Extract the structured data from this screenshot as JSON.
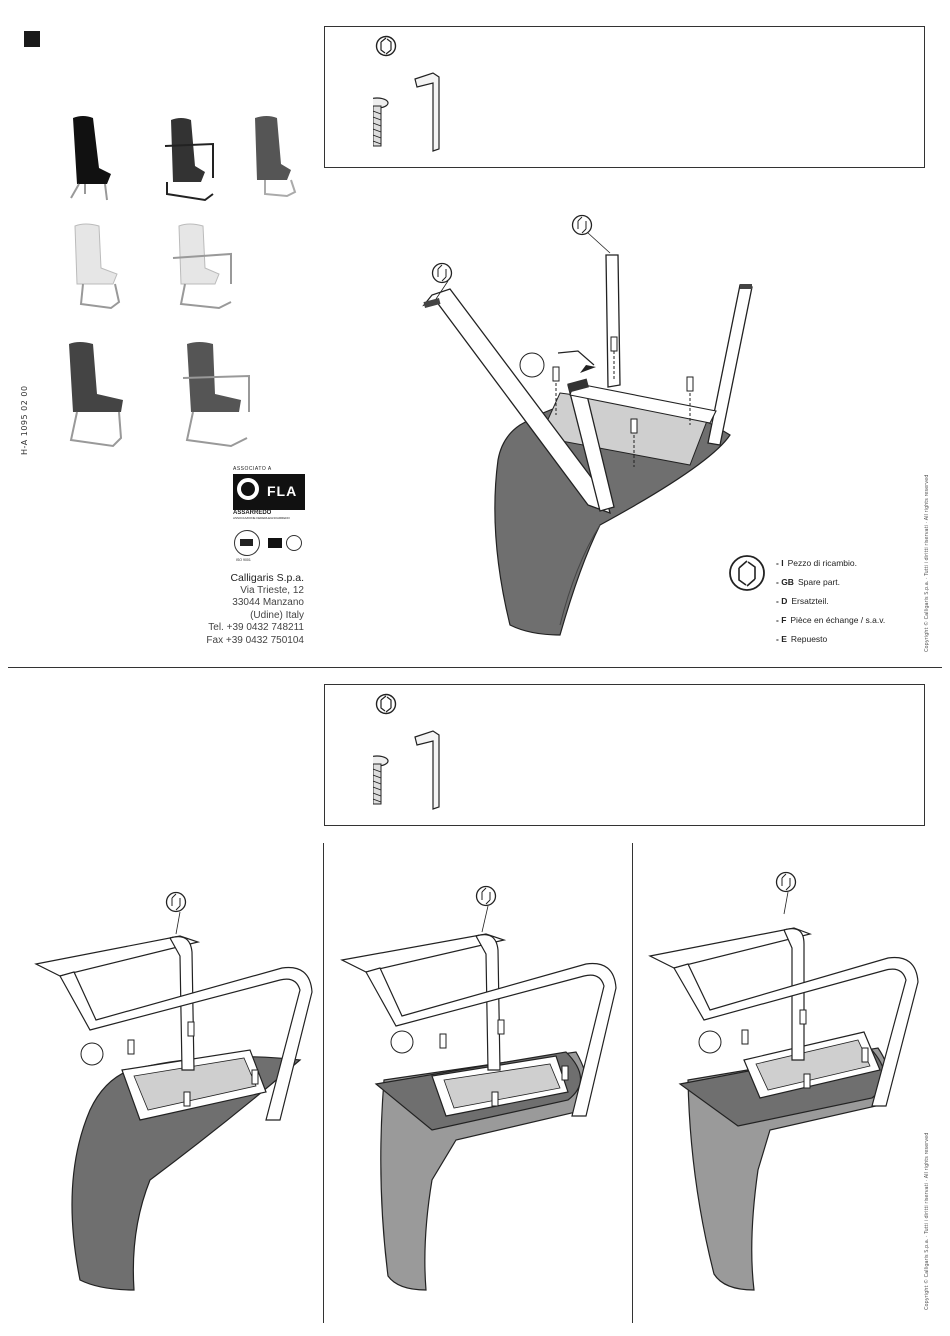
{
  "document": {
    "code": "H-A 1095 02 00",
    "copyright": "Copyright © Calligaris S.p.a. · Tutti i diritti riservati · All rights reserved"
  },
  "association": {
    "associated_label": "ASSOCIATO A",
    "fla_label": "FLA",
    "assarredo_label": "ASSARREDO",
    "assarredo_sub": "ASSOCIAZIONE FEDERLEGNOARREDO",
    "cert_label": "ISO 9001"
  },
  "company": {
    "name": "Calligaris S.p.a.",
    "address": "Via Trieste, 12",
    "city": "33044 Manzano",
    "region": "(Udine) Italy",
    "tel": "Tel. +39 0432 748211",
    "fax": "Fax +39 0432 750104"
  },
  "legend": [
    {
      "lang": "- I",
      "text": "Pezzo di ricambio."
    },
    {
      "lang": "- GB",
      "text": "Spare part."
    },
    {
      "lang": "- D",
      "text": "Ersatzteil."
    },
    {
      "lang": "- F",
      "text": "Pièce en échange / s.a.v."
    },
    {
      "lang": "- E",
      "text": "Repuesto"
    }
  ],
  "colors": {
    "upholstery_dark": "#6f6f6f",
    "upholstery_mid": "#9a9a9a",
    "seat_plate": "#cfcfcf",
    "line": "#333333"
  },
  "icons": [
    "spare-part-icon",
    "screw-icon",
    "allen-key-icon",
    "chair-icon"
  ]
}
